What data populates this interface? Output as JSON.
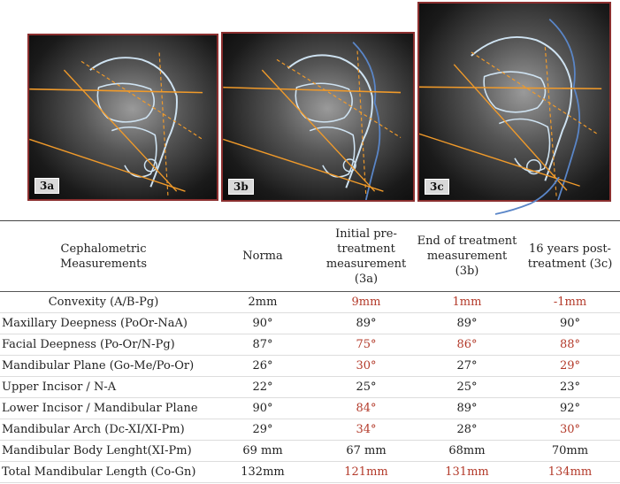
{
  "figure": {
    "panels": [
      {
        "label": "3a"
      },
      {
        "label": "3b"
      },
      {
        "label": "3c"
      }
    ],
    "colors": {
      "tracing": "#cfe3f2",
      "lines": "#f09a2a",
      "profile": "#5a86c8",
      "frame": "#8b2f2f"
    }
  },
  "table": {
    "headers": [
      "Cephalometric Measurements",
      "Norma",
      "Initial pre-treatment measurement (3a)",
      "End of treatment measurement (3b)",
      "16 years post-treatment (3c)"
    ],
    "highlight_color": "#b33a2a",
    "rows": [
      {
        "label": "Convexity (A/B-Pg)",
        "values": [
          "2mm",
          "9mm",
          "1mm",
          "-1mm"
        ],
        "highlight": [
          false,
          true,
          true,
          true
        ]
      },
      {
        "label": "Maxillary Deepness (PoOr-NaA)",
        "values": [
          "90°",
          "89°",
          "89°",
          "90°"
        ],
        "highlight": [
          false,
          false,
          false,
          false
        ]
      },
      {
        "label": "Facial Deepness (Po-Or/N-Pg)",
        "values": [
          "87°",
          "75°",
          "86°",
          "88°"
        ],
        "highlight": [
          false,
          true,
          true,
          true
        ]
      },
      {
        "label": "Mandibular Plane (Go-Me/Po-Or)",
        "values": [
          "26°",
          "30°",
          "27°",
          "29°"
        ],
        "highlight": [
          false,
          true,
          false,
          true
        ]
      },
      {
        "label": "Upper Incisor / N-A",
        "values": [
          "22°",
          "25°",
          "25°",
          "23°"
        ],
        "highlight": [
          false,
          false,
          false,
          false
        ]
      },
      {
        "label": "Lower Incisor / Mandibular Plane",
        "values": [
          "90°",
          "84°",
          "89°",
          "92°"
        ],
        "highlight": [
          false,
          true,
          false,
          false
        ]
      },
      {
        "label": "Mandibular Arch (Dc-XI/XI-Pm)",
        "values": [
          "29°",
          "34°",
          "28°",
          "30°"
        ],
        "highlight": [
          false,
          true,
          false,
          true
        ]
      },
      {
        "label": "Mandibular Body Lenght(XI-Pm)",
        "values": [
          "69 mm",
          "67 mm",
          "68mm",
          "70mm"
        ],
        "highlight": [
          false,
          false,
          false,
          false
        ]
      },
      {
        "label": "Total Mandibular Length (Co-Gn)",
        "values": [
          "132mm",
          "121mm",
          "131mm",
          "134mm"
        ],
        "highlight": [
          false,
          true,
          true,
          true
        ]
      }
    ]
  }
}
